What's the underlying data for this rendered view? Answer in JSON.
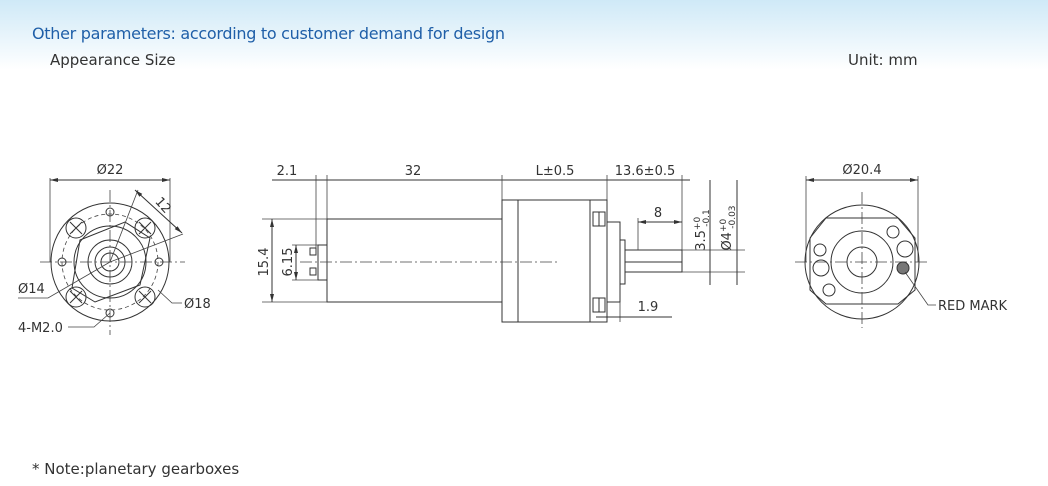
{
  "header": {
    "params_text": "Other parameters: according to customer demand for design",
    "section_title": "Appearance Size",
    "unit": "Unit: mm"
  },
  "drawing": {
    "front": {
      "dia_outer": "Ø22",
      "dim_12": "12",
      "dia_14": "Ø14",
      "dia_18": "Ø18",
      "screws": "4-M2.0"
    },
    "side": {
      "d_2_1": "2.1",
      "d_32": "32",
      "d_L": "L±0.5",
      "d_13_6": "13.6±0.5",
      "d_8": "8",
      "d_3_5": "3.5",
      "d_3_5_tol_up": "+0",
      "d_3_5_tol_low": "-0.1",
      "d_4": "Ø4",
      "d_4_tol_up": "+0",
      "d_4_tol_low": "-0.03",
      "d_15_4": "15.4",
      "d_6_15": "6.15",
      "d_1_9": "1.9"
    },
    "rear": {
      "dia": "Ø20.4",
      "red_mark": "RED MARK"
    },
    "colors": {
      "line": "#333333",
      "title_blue": "#1f5fa8"
    }
  },
  "footer": {
    "note": "*  Note:planetary gearboxes"
  }
}
